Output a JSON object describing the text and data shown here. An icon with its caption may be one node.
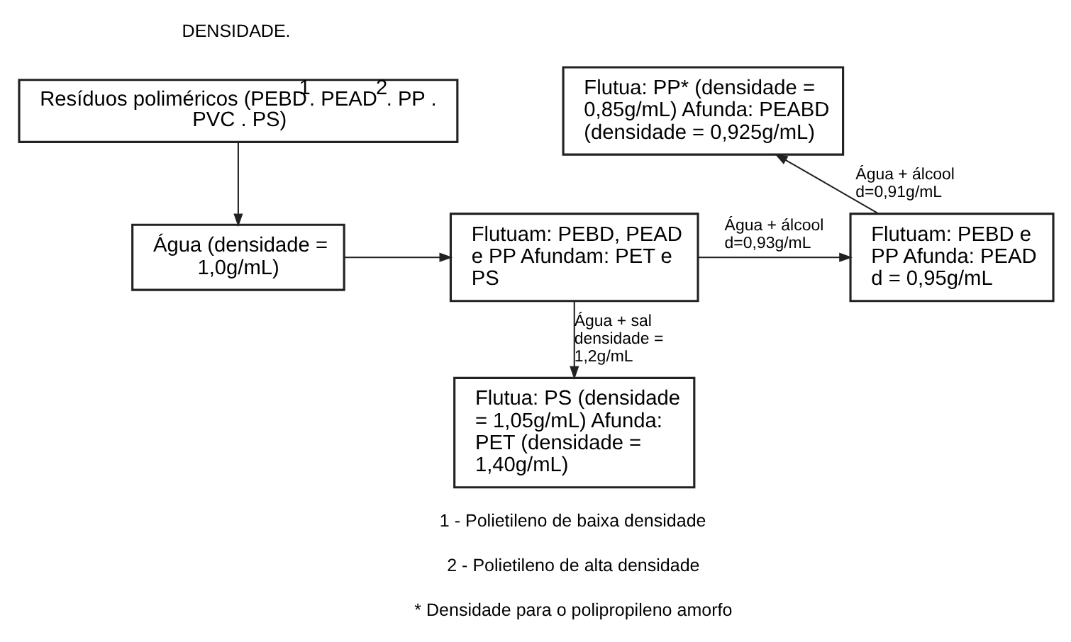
{
  "diagram": {
    "nodes": [
      {
        "text": [
          "Resíduos poliméricos (PEBD$^{1}$. PEAD$^{2}$. PP . PVC . PS)"
        ]
      },
      {
        "text": [
          "Água (densidade = 1,0g/mL)"
        ]
      },
      {
        "text": [
          "Flutuam: PEBD, PEAD e PP Afundam: PET e PS"
        ]
      },
      {
        "text": [
          "Flutuam: PEBD e PP Afunda: PEAD d = 0,95g/mL"
        ]
      },
      {
        "text": [
          "Flutua: PP* (densidade = 0,85g/mL) Afunda: PEABD (densidade = 0,925g/mL)"
        ]
      },
      {
        "text": [
          "Flutua: PS (densidade = 1,05g/mL) Afunda: PET (densidade = 1,40g/mL)"
        ]
      }
    ],
    "edges": [
      {
        "from": 0,
        "to": 1,
        "arrow": "to"
      },
      {
        "from": 1,
        "to": 2,
        "arrow": "to"
      },
      {
        "from": 2,
        "to": 3,
        "arrow": "to",
        "label": "Água + álcool d=0,93g/mL"
      },
      {
        "from": 3,
        "to": 4,
        "arrow": "to",
        "label": "Água + álcool d=0,91g/mL"
      },
      {
        "from": 2,
        "to": 5,
        "arrow": "to",
        "label": "Água + sal densidade = 1,2g/mL"
      }
    ],
    "labels": [
      "DENSIDADE.",
      "1 - Polietileno de baixa densidade",
      "2 - Polietileno de alta densidade",
      "* Densidade para o polipropileno amorfo"
    ]
  }
}
